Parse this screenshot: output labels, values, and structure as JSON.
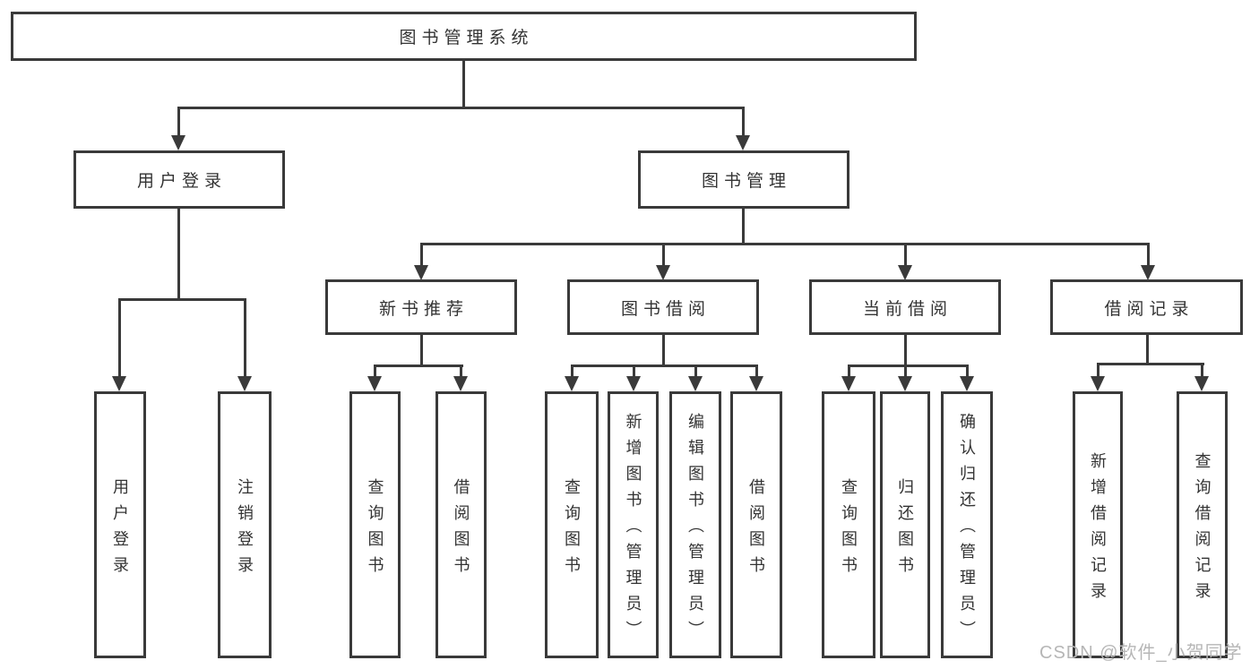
{
  "tree": {
    "label": "图书管理系统",
    "children": [
      {
        "label": "用户登录",
        "children": [
          {
            "label": "用户登录"
          },
          {
            "label": "注销登录"
          }
        ]
      },
      {
        "label": "图书管理",
        "children": [
          {
            "label": "新书推荐",
            "children": [
              {
                "label": "查询图书"
              },
              {
                "label": "借阅图书"
              }
            ]
          },
          {
            "label": "图书借阅",
            "children": [
              {
                "label": "查询图书"
              },
              {
                "label": "新增图书（管理员）"
              },
              {
                "label": "编辑图书（管理员）"
              },
              {
                "label": "借阅图书"
              }
            ]
          },
          {
            "label": "当前借阅",
            "children": [
              {
                "label": "查询图书"
              },
              {
                "label": "归还图书"
              },
              {
                "label": "确认归还（管理员）"
              }
            ]
          },
          {
            "label": "借阅记录",
            "children": [
              {
                "label": "新增借阅记录"
              },
              {
                "label": "查询借阅记录"
              }
            ]
          }
        ]
      }
    ]
  },
  "watermark": {
    "text": "CSDN @软件_小贺同学"
  },
  "colors": {
    "line": "#3a3a3a",
    "box_border": "#3a3a3a",
    "text": "#333333",
    "watermark": "#b6b6b6",
    "background": "#ffffff"
  }
}
